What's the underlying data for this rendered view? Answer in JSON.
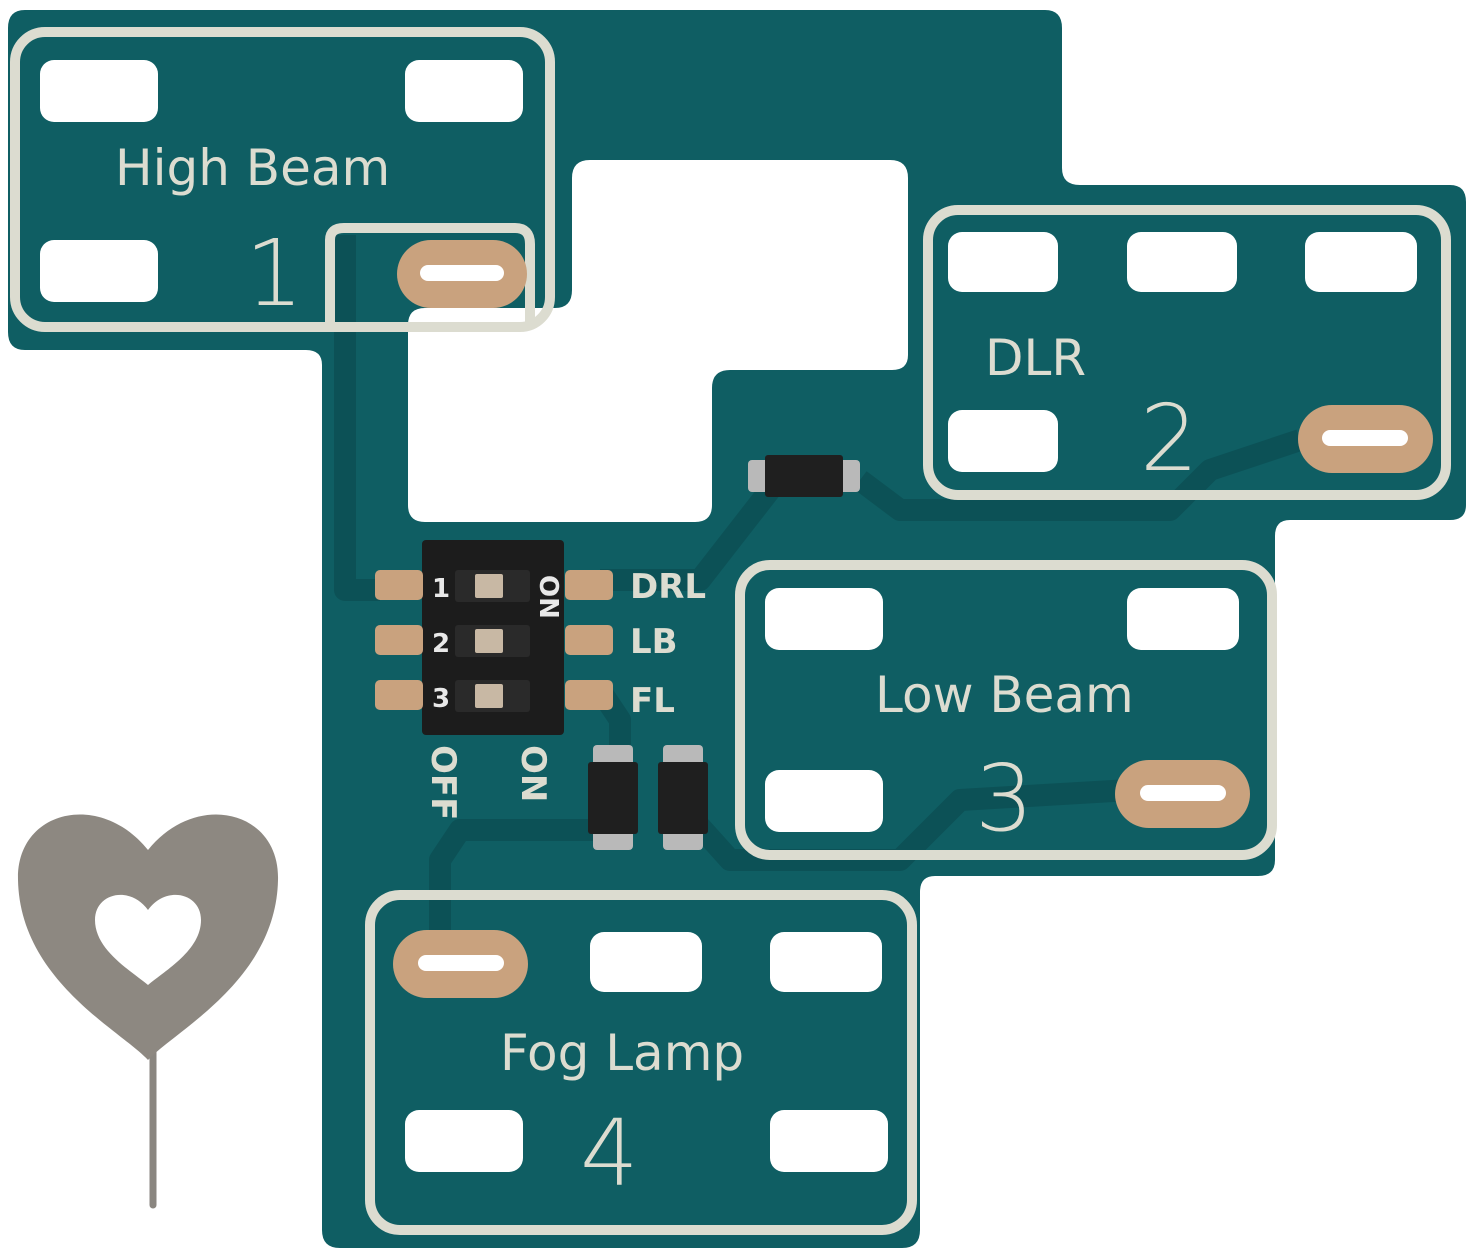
{
  "board": {
    "color": "#0f5e63",
    "silk_color": "#dcdcd0",
    "pad_color": "#c9a27e"
  },
  "zones": [
    {
      "label": "High Beam",
      "number": "1"
    },
    {
      "label": "DLR",
      "number": "2"
    },
    {
      "label": "Low Beam",
      "number": "3"
    },
    {
      "label": "Fog Lamp",
      "number": "4"
    }
  ],
  "dip_switch": {
    "positions": [
      "1",
      "2",
      "3"
    ],
    "outputs": [
      "DRL",
      "LB",
      "FL"
    ],
    "on_label": "ON",
    "off_label": "OFF"
  },
  "accessory": {
    "icon": "heart-sim-pin-icon"
  }
}
